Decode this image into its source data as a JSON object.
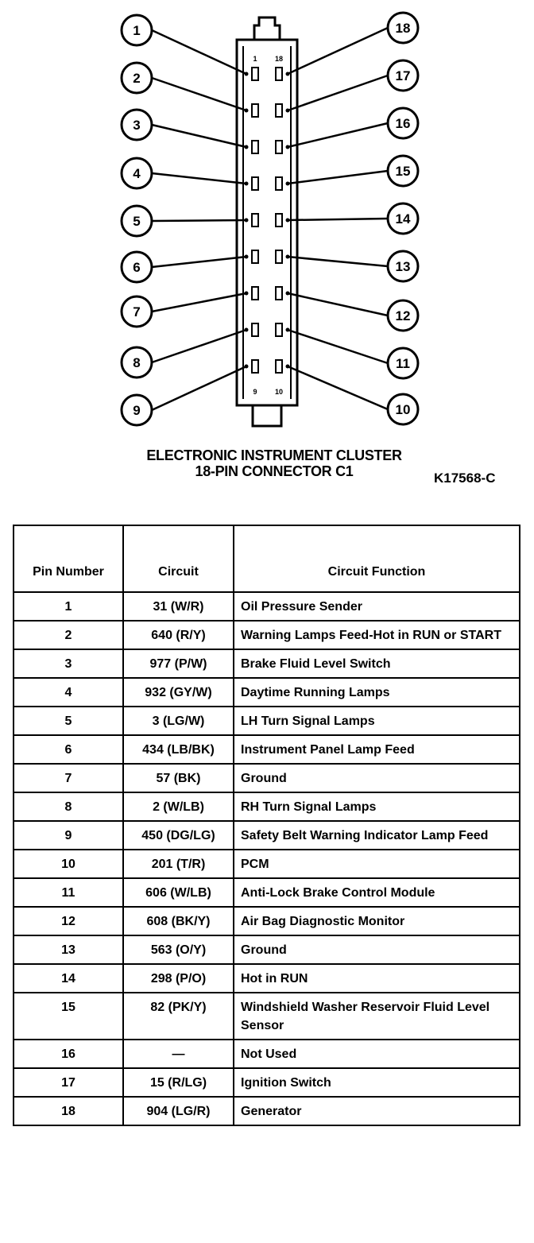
{
  "diagram": {
    "left_pins": [
      "1",
      "2",
      "3",
      "4",
      "5",
      "6",
      "7",
      "8",
      "9"
    ],
    "right_pins": [
      "18",
      "17",
      "16",
      "15",
      "14",
      "13",
      "12",
      "11",
      "10"
    ],
    "connector_top_labels": [
      "1",
      "18"
    ],
    "connector_bottom_labels": [
      "9",
      "10"
    ],
    "caption_line1": "ELECTRONIC INSTRUMENT CLUSTER",
    "caption_line2": "18-PIN CONNECTOR C1",
    "figure_id": "K17568-C"
  },
  "table": {
    "headers": [
      "Pin Number",
      "Circuit",
      "Circuit Function"
    ],
    "rows": [
      [
        "1",
        "31 (W/R)",
        "Oil Pressure Sender"
      ],
      [
        "2",
        "640 (R/Y)",
        "Warning Lamps Feed-Hot in RUN or START"
      ],
      [
        "3",
        "977 (P/W)",
        "Brake Fluid Level Switch"
      ],
      [
        "4",
        "932 (GY/W)",
        "Daytime Running Lamps"
      ],
      [
        "5",
        "3 (LG/W)",
        "LH Turn Signal Lamps"
      ],
      [
        "6",
        "434 (LB/BK)",
        "Instrument Panel Lamp Feed"
      ],
      [
        "7",
        "57 (BK)",
        "Ground"
      ],
      [
        "8",
        "2 (W/LB)",
        "RH Turn Signal Lamps"
      ],
      [
        "9",
        "450 (DG/LG)",
        "Safety Belt Warning Indicator Lamp Feed"
      ],
      [
        "10",
        "201 (T/R)",
        "PCM"
      ],
      [
        "11",
        "606 (W/LB)",
        "Anti-Lock Brake Control Module"
      ],
      [
        "12",
        "608 (BK/Y)",
        "Air Bag Diagnostic Monitor"
      ],
      [
        "13",
        "563 (O/Y)",
        "Ground"
      ],
      [
        "14",
        "298 (P/O)",
        "Hot in RUN"
      ],
      [
        "15",
        "82 (PK/Y)",
        "Windshield Washer Reservoir Fluid Level Sensor"
      ],
      [
        "16",
        "—",
        "Not Used"
      ],
      [
        "17",
        "15 (R/LG)",
        "Ignition Switch"
      ],
      [
        "18",
        "904 (LG/R)",
        "Generator"
      ]
    ]
  }
}
